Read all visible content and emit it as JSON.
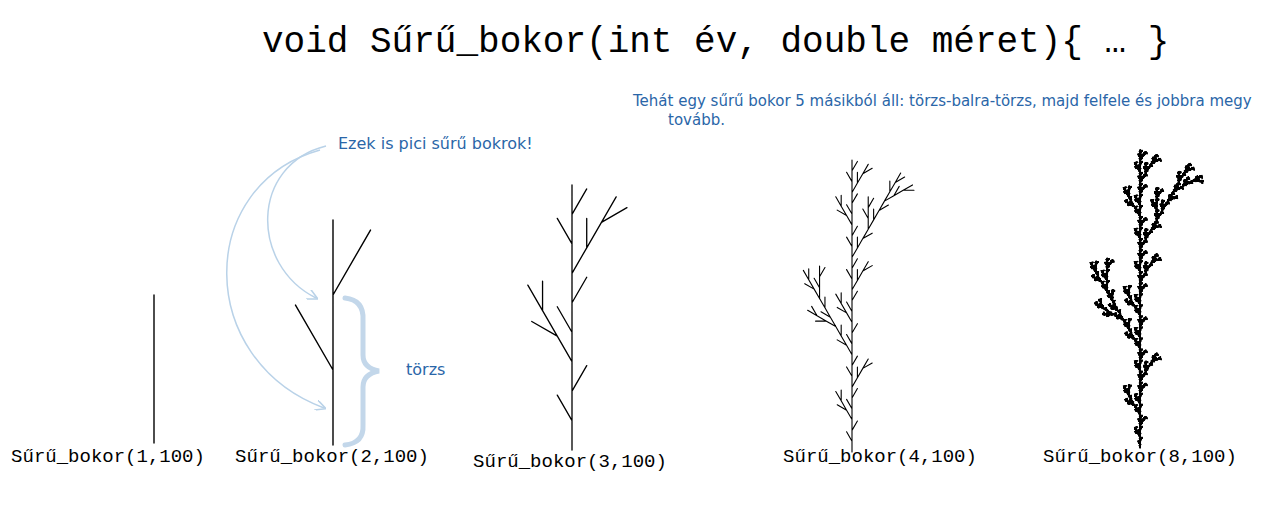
{
  "diagram": {
    "title": "void Sűrű_bokor(int év, double méret){ … }",
    "labels": [
      "Ezek is pici sűrű bokrok!",
      "Tehát egy sűrű bokor 5 másikból áll: törzs-balra-törzs, majd felfele és jobbra megy tovább.",
      "törzs",
      "Sűrű_bokor(1,100)",
      "Sűrű_bokor(2,100)",
      "Sűrű_bokor(3,100)",
      "Sűrű_bokor(4,100)",
      "Sűrű_bokor(8,100)"
    ]
  }
}
